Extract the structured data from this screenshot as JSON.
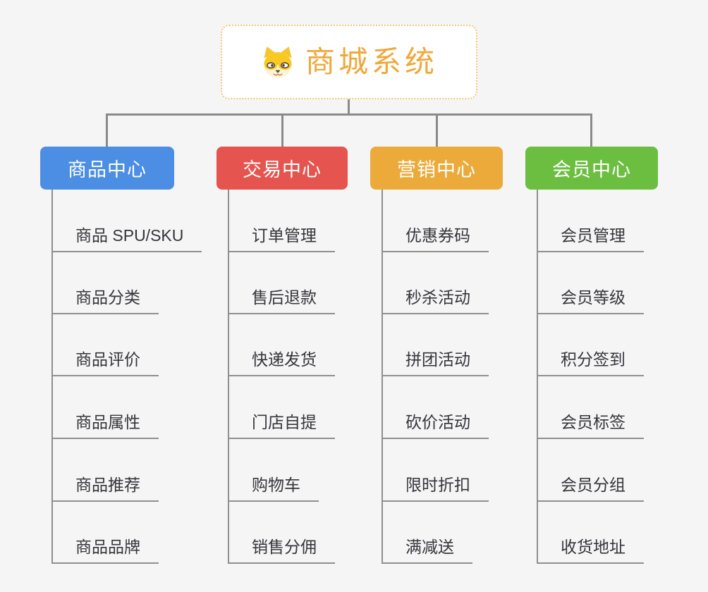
{
  "root": {
    "label": "商城系统",
    "icon": "dog-face-icon",
    "text_color": "#f0a83a",
    "border_color": "#f6c36e"
  },
  "connector_color": "#8a8a8a",
  "branches": [
    {
      "label": "商品中心",
      "color": "#4b8ee3",
      "items": [
        "商品 SPU/SKU",
        "商品分类",
        "商品评价",
        "商品属性",
        "商品推荐",
        "商品品牌"
      ]
    },
    {
      "label": "交易中心",
      "color": "#e5544e",
      "items": [
        "订单管理",
        "售后退款",
        "快递发货",
        "门店自提",
        "购物车",
        "销售分佣"
      ]
    },
    {
      "label": "营销中心",
      "color": "#ecaa3b",
      "items": [
        "优惠券码",
        "秒杀活动",
        "拼团活动",
        "砍价活动",
        "限时折扣",
        "满减送"
      ]
    },
    {
      "label": "会员中心",
      "color": "#6cbe41",
      "items": [
        "会员管理",
        "会员等级",
        "积分签到",
        "会员标签",
        "会员分组",
        "收货地址"
      ]
    }
  ]
}
